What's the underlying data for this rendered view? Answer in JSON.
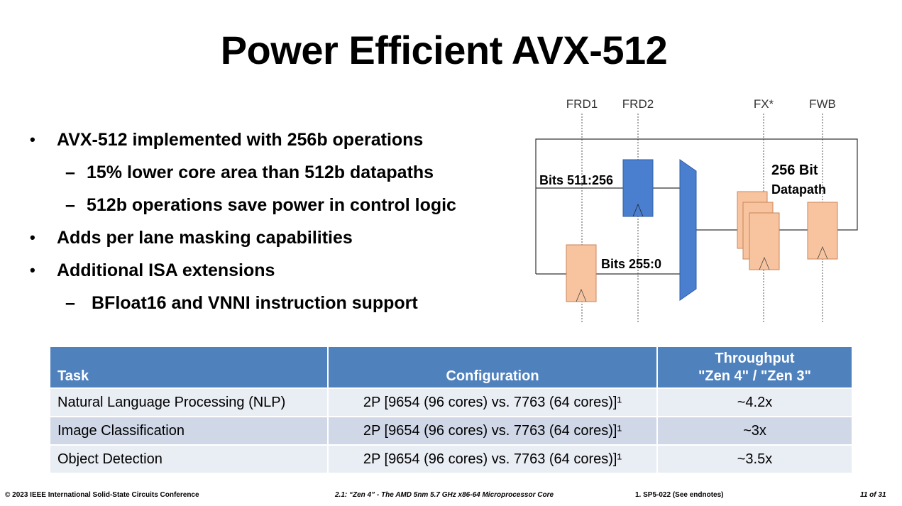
{
  "slide": {
    "title": "Power Efficient AVX-512"
  },
  "bullets": [
    {
      "mark": "•",
      "text": "AVX-512 implemented with 256b operations"
    },
    {
      "mark": "–",
      "text": "15% lower core area than 512b datapaths"
    },
    {
      "mark": "–",
      "text": "512b operations save power in control logic"
    },
    {
      "mark": "•",
      "text": "Adds per lane masking capabilities"
    },
    {
      "mark": "•",
      "text": "Additional ISA extensions"
    },
    {
      "mark": "–",
      "text": "BFloat16 and VNNI instruction support"
    }
  ],
  "diagram": {
    "stages": [
      "FRD1",
      "FRD2",
      "FX*",
      "FWB"
    ],
    "label_high": "Bits 511:256",
    "label_low": "Bits 255:0",
    "datapath_line1": "256 Bit",
    "datapath_line2": "Datapath",
    "colors": {
      "blue": "#4a7fd0",
      "orange": "#f8c4a0",
      "orange_stroke": "#c8855a"
    }
  },
  "table": {
    "headers": {
      "task": "Task",
      "config": "Configuration",
      "throughput_line1": "Throughput",
      "throughput_line2": "\"Zen 4\" / \"Zen 3\""
    },
    "rows": [
      {
        "task": "Natural Language Processing (NLP)",
        "config": "2P [9654 (96 cores) vs. 7763 (64 cores)]¹",
        "throughput": "~4.2x"
      },
      {
        "task": "Image Classification",
        "config": "2P [9654 (96 cores) vs. 7763 (64 cores)]¹",
        "throughput": "~3x"
      },
      {
        "task": "Object Detection",
        "config": "2P [9654 (96 cores) vs. 7763 (64 cores)]¹",
        "throughput": "~3.5x"
      }
    ],
    "colors": {
      "header": "#4f81bd",
      "row_odd": "#e9edf4",
      "row_even": "#d0d8e8"
    }
  },
  "footer": {
    "left": "© 2023 IEEE International Solid-State Circuits Conference",
    "center": "2.1: “Zen 4” - The AMD 5nm 5.7 GHz x86-64 Microprocessor Core",
    "note": "1. SP5-022 (See endnotes)",
    "page": "11 of 31"
  }
}
